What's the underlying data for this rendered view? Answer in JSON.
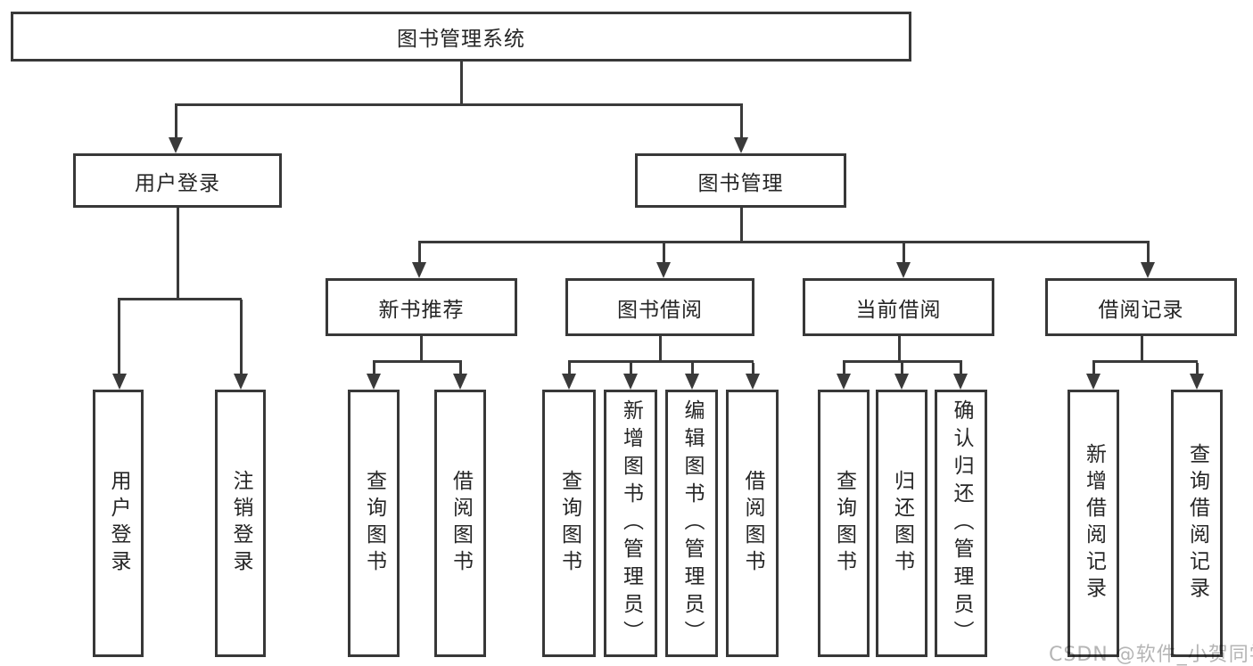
{
  "colors": {
    "background": "#ffffff",
    "line": "#3a3a3a",
    "box_border": "#383838",
    "text": "#262626",
    "watermark": "#b5b5b5"
  },
  "tree": {
    "root": {
      "label": "图书管理系统",
      "children": [
        {
          "label": "用户登录",
          "children": [
            {
              "label": "用户登录"
            },
            {
              "label": "注销登录"
            }
          ]
        },
        {
          "label": "图书管理",
          "children": [
            {
              "label": "新书推荐",
              "children": [
                {
                  "label": "查询图书"
                },
                {
                  "label": "借阅图书"
                }
              ]
            },
            {
              "label": "图书借阅",
              "children": [
                {
                  "label": "查询图书"
                },
                {
                  "label": "新增图书（管理员）"
                },
                {
                  "label": "编辑图书（管理员）"
                },
                {
                  "label": "借阅图书"
                }
              ]
            },
            {
              "label": "当前借阅",
              "children": [
                {
                  "label": "查询图书"
                },
                {
                  "label": "归还图书"
                },
                {
                  "label": "确认归还（管理员）"
                }
              ]
            },
            {
              "label": "借阅记录",
              "children": [
                {
                  "label": "新增借阅记录"
                },
                {
                  "label": "查询借阅记录"
                }
              ]
            }
          ]
        }
      ]
    }
  },
  "watermark": {
    "text": "CSDN @软件_小贺同学"
  }
}
